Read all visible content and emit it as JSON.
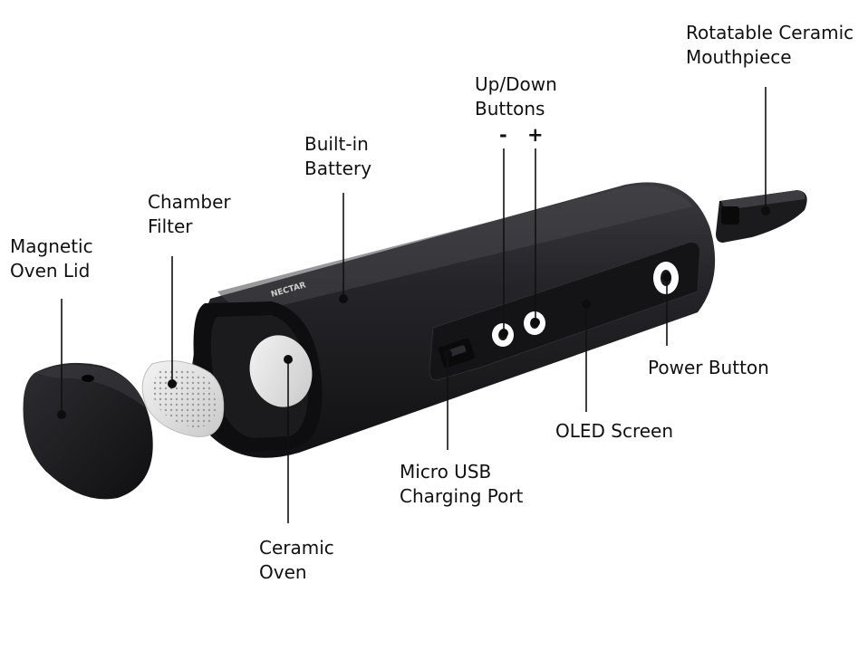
{
  "colors": {
    "body": "#1e1e20",
    "body_highlight": "#3a3a3e",
    "leader_line": "#111111",
    "dot": "#0d0d0d",
    "ceramic": "#e8e8e8",
    "background": "#ffffff"
  },
  "brand_mark": "NECTAR",
  "labels": {
    "magnetic_lid": {
      "line1": "Magnetic",
      "line2": "Oven Lid"
    },
    "chamber_filter": {
      "line1": "Chamber",
      "line2": "Filter"
    },
    "battery": {
      "line1": "Built-in",
      "line2": "Battery"
    },
    "up_down": {
      "line1": "Up/Down",
      "line2": "Buttons",
      "minus": "-",
      "plus": "+"
    },
    "mouthpiece": {
      "line1": "Rotatable Ceramic",
      "line2": "Mouthpiece"
    },
    "power": {
      "line1": "Power Button"
    },
    "oled": {
      "line1": "OLED Screen"
    },
    "usb": {
      "line1": "Micro USB",
      "line2": "Charging Port"
    },
    "oven": {
      "line1": "Ceramic",
      "line2": "Oven"
    }
  }
}
